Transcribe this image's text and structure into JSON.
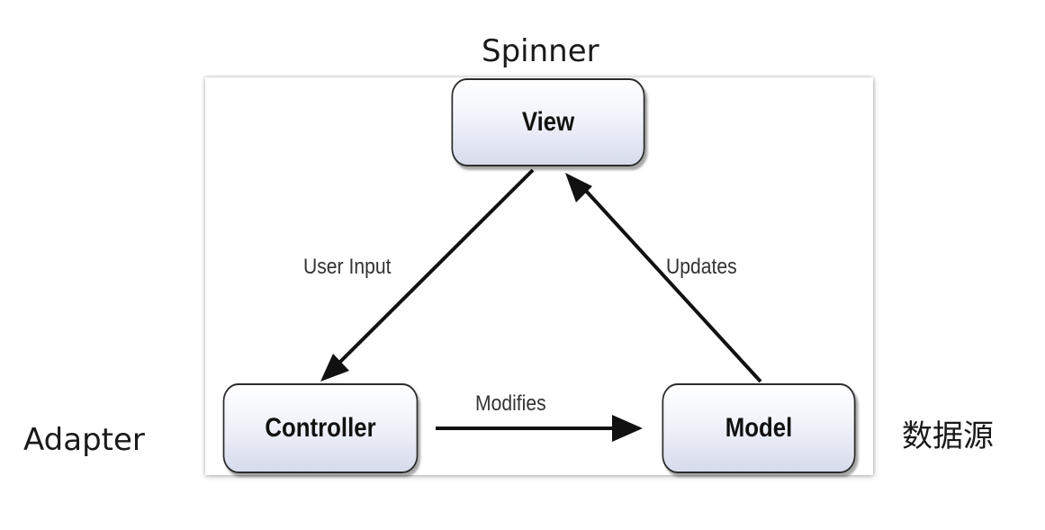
{
  "captions": {
    "top": "Spinner",
    "left": "Adapter",
    "right": "数据源"
  },
  "nodes": {
    "view": "View",
    "controller": "Controller",
    "model": "Model"
  },
  "edges": {
    "user_input": "User Input",
    "updates": "Updates",
    "modifies": "Modifies"
  },
  "colors": {
    "arrow": "#111111",
    "node_border": "#2b2b2b",
    "node_fill_top": "#ffffff",
    "node_fill_bottom": "#d6dbec"
  }
}
